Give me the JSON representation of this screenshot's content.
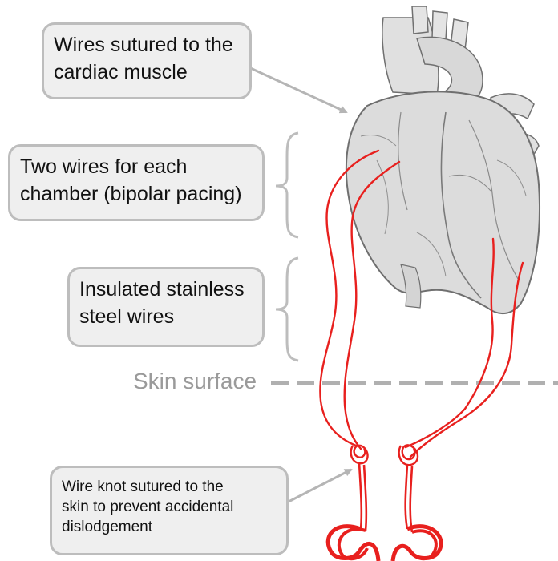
{
  "callouts": {
    "sutured": {
      "lines": [
        "Wires sutured to the",
        "cardiac muscle"
      ]
    },
    "bipolar": {
      "lines": [
        "Two wires for each",
        "chamber (bipolar pacing)"
      ]
    },
    "insulated": {
      "lines": [
        "Insulated stainless",
        "steel wires"
      ]
    },
    "knot": {
      "lines": [
        "Wire knot sutured to the",
        "skin to  prevent accidental",
        "dislodgement"
      ]
    }
  },
  "skin_label": "Skin surface",
  "colors": {
    "wire": "#e8201e",
    "heart_fill": "#dcdcdc",
    "heart_line": "#6f6f6f",
    "callout_bg": "#efefef",
    "callout_border": "#bdbdbd",
    "skin_line": "#b0b0b0",
    "label_gray": "#9a9a9a"
  }
}
